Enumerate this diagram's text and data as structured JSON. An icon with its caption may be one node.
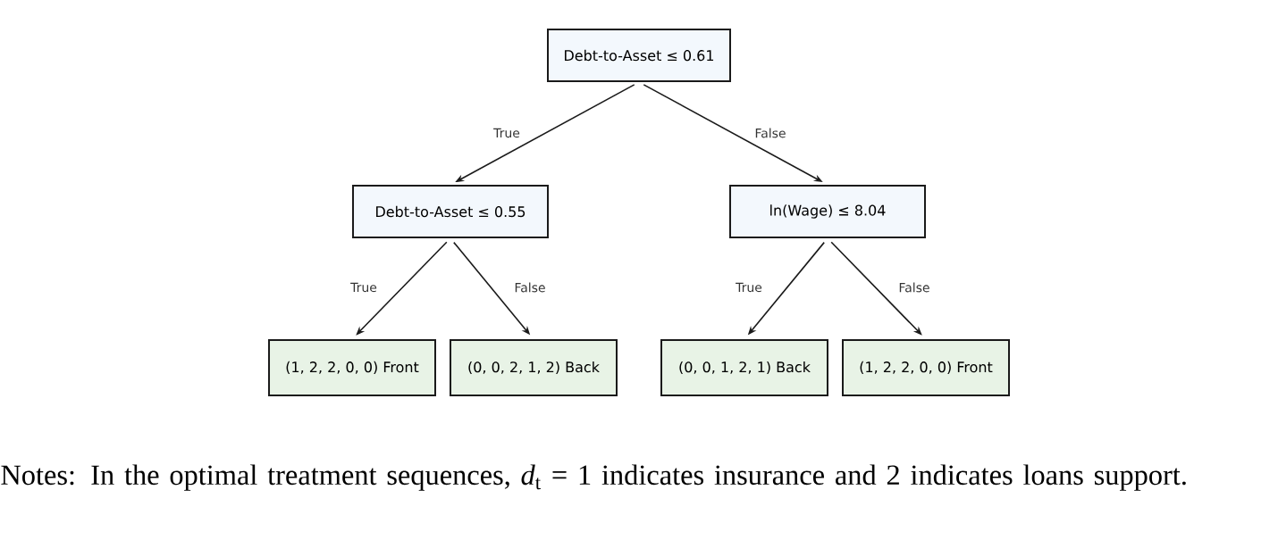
{
  "diagram": {
    "nodes": [
      {
        "text": [
          "Debt-to-Asset ≤ 0.61"
        ]
      },
      {
        "text": [
          "Debt-to-Asset ≤ 0.55"
        ]
      },
      {
        "text": [
          "ln(Wage) ≤ 8.04"
        ]
      },
      {
        "text": [
          "(1, 2, 2, 0, 0) Front"
        ]
      },
      {
        "text": [
          "(0, 0, 2, 1, 2) Back"
        ]
      },
      {
        "text": [
          "(0, 0, 1, 2, 1) Back"
        ]
      },
      {
        "text": [
          "(1, 2, 2, 0, 0) Front"
        ]
      }
    ],
    "edges": [
      {
        "from": 0,
        "to": 1,
        "arrow": "to",
        "label": "True"
      },
      {
        "from": 0,
        "to": 2,
        "arrow": "to",
        "label": "False"
      },
      {
        "from": 1,
        "to": 3,
        "arrow": "to",
        "label": "True"
      },
      {
        "from": 1,
        "to": 4,
        "arrow": "to",
        "label": "False"
      },
      {
        "from": 2,
        "to": 5,
        "arrow": "to",
        "label": "True"
      },
      {
        "from": 2,
        "to": 6,
        "arrow": "to",
        "label": "False"
      }
    ],
    "caption": "Notes: In the optimal treatment sequences, *d*$_{t}$ = 1 indicates insurance and 2 indicates loans support."
  }
}
